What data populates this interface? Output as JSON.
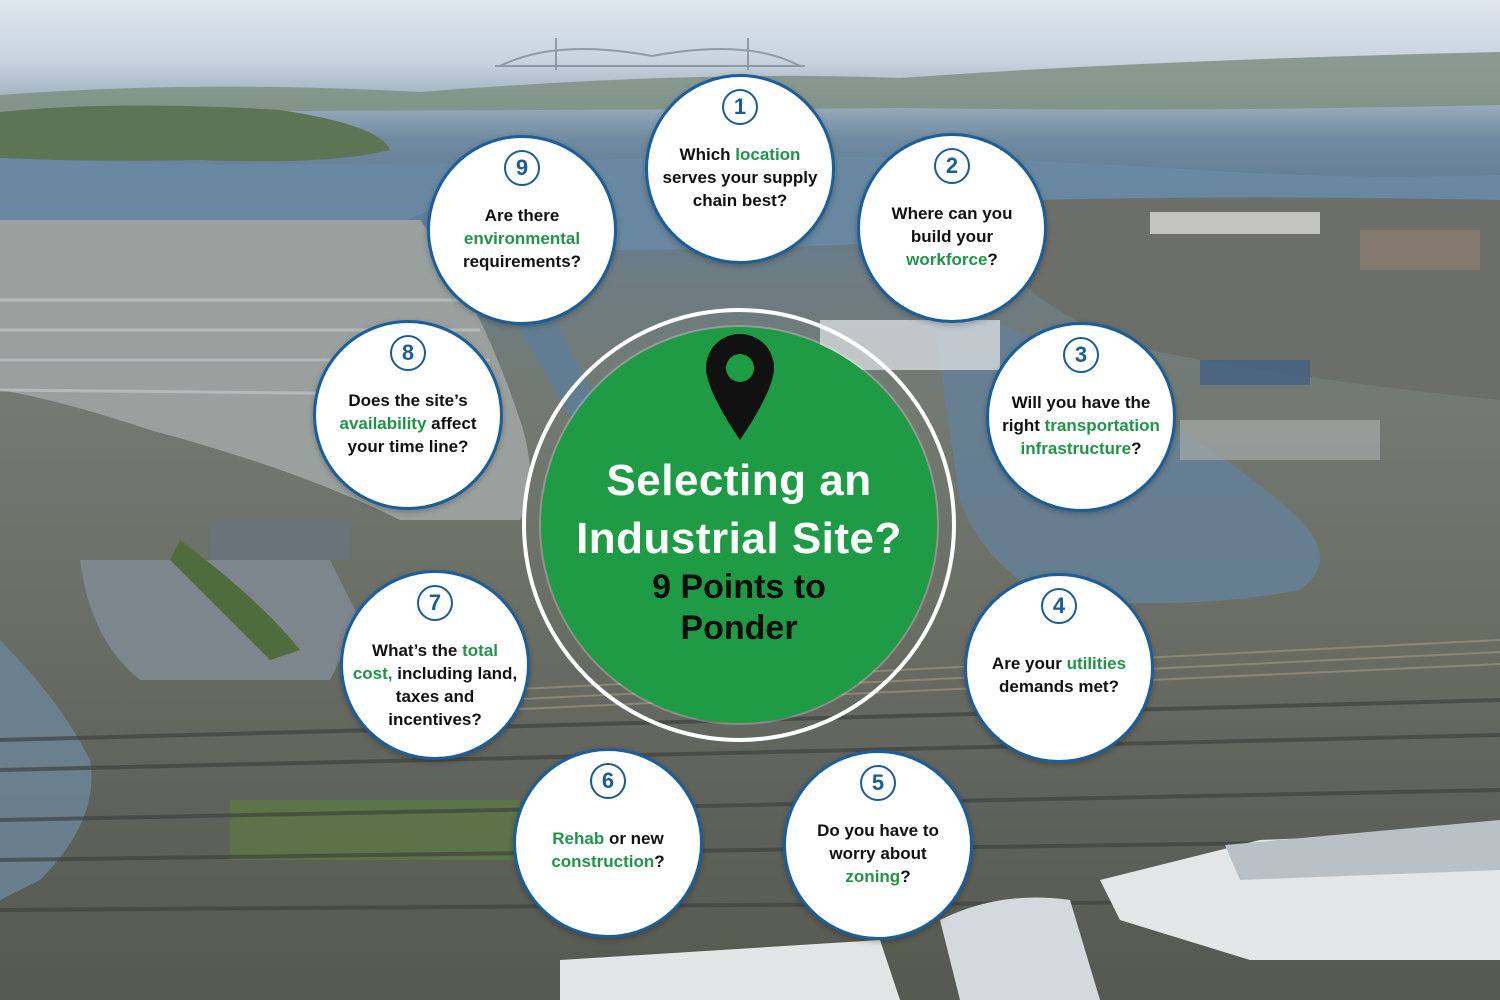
{
  "colors": {
    "hub_green": "#1f9a45",
    "number_blue": "#1c5b96",
    "highlight_green": "#22944a",
    "circle_border": "#1b5e9a"
  },
  "center": {
    "icon": "map-pin-icon",
    "title_line1": "Selecting an",
    "title_line2": "Industrial Site?",
    "subtitle_line1": "9 Points to",
    "subtitle_line2": "Ponder"
  },
  "points": [
    {
      "number": "1",
      "lines": [
        [
          "Which ",
          {
            "hl": "location"
          }
        ],
        [
          "serves your supply"
        ],
        [
          "chain best?"
        ]
      ]
    },
    {
      "number": "2",
      "lines": [
        [
          "Where can you"
        ],
        [
          "build your"
        ],
        [
          {
            "hl": "workforce"
          },
          "?"
        ]
      ]
    },
    {
      "number": "3",
      "lines": [
        [
          "Will you have the"
        ],
        [
          "right ",
          {
            "hl": "transportation"
          }
        ],
        [
          {
            "hl": "infrastructure"
          },
          "?"
        ]
      ]
    },
    {
      "number": "4",
      "lines": [
        [
          "Are your ",
          {
            "hl": "utilities"
          }
        ],
        [
          "demands met?"
        ]
      ]
    },
    {
      "number": "5",
      "lines": [
        [
          "Do you have to"
        ],
        [
          "worry about"
        ],
        [
          {
            "hl": "zoning"
          },
          "?"
        ]
      ]
    },
    {
      "number": "6",
      "lines": [
        [
          {
            "hl": "Rehab"
          },
          " or new"
        ],
        [
          {
            "hl": "construction"
          },
          "?"
        ]
      ]
    },
    {
      "number": "7",
      "lines": [
        [
          "What’s the ",
          {
            "hl": "total"
          }
        ],
        [
          {
            "hl": "cost,"
          },
          " including land,"
        ],
        [
          "taxes and"
        ],
        [
          "incentives?"
        ]
      ]
    },
    {
      "number": "8",
      "lines": [
        [
          "Does the site’s"
        ],
        [
          {
            "hl": "availability"
          },
          " affect"
        ],
        [
          "your time line?"
        ]
      ]
    },
    {
      "number": "9",
      "lines": [
        [
          "Are there"
        ],
        [
          {
            "hl": "environmental"
          }
        ],
        [
          "requirements?"
        ]
      ]
    }
  ]
}
